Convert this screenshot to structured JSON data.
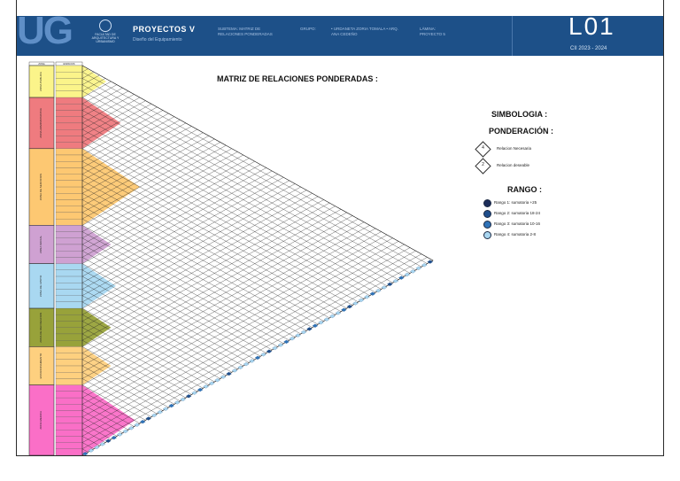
{
  "header": {
    "logo_text": "UG",
    "crest_text": "FACULTAD DE ARQUITECTURA Y URBANISMO",
    "course": "PROYECTOS V",
    "course_sub": "Diseño del Equipamiento",
    "meta": [
      "SUBTEMA: MATRIZ DE RELACIONES PONDERADAS",
      "GRUPO:",
      "• URDANETA ZORIA TOMALA  • ARQ. ANA CEDEÑO",
      "LÁMINA: PROYECTO 5"
    ],
    "sheet_code": "L01",
    "cycle": "CII 2023 - 2024"
  },
  "title": "MATRIZ DE RELACIONES PONDERADAS :",
  "legend": {
    "symbology": "SIMBOLOGIA :",
    "weighting_title": "PONDERACIÓN :",
    "weighting": [
      {
        "value": "4",
        "label": "Relacion Necesaria"
      },
      {
        "value": "2",
        "label": "Relacion deseable"
      }
    ],
    "range_title": "RANGO :",
    "ranges": [
      {
        "label": "Rango 1: sumatoria +25",
        "color": "#1c2d5a"
      },
      {
        "label": "Rango 2: sumatoria 18-24",
        "color": "#1f4e8c"
      },
      {
        "label": "Rango 3: sumatoria 10-16",
        "color": "#2f73b8"
      },
      {
        "label": "Rango 4: sumatoria 2-8",
        "color": "#a9d6f0"
      }
    ]
  },
  "matrix": {
    "header_labels": [
      "ZONA",
      "ESPACIOS"
    ],
    "zones": [
      {
        "label": "ZONA PUBLICA",
        "color": "#fbf48a",
        "rows": 5
      },
      {
        "label": "ZONA ADMINISTRATIVA",
        "color": "#ef7b7f",
        "rows": 8
      },
      {
        "label": "ZONA DE SERVICIOS",
        "color": "#fdc872",
        "rows": 12
      },
      {
        "label": "ZONA SOCIAL",
        "color": "#cfa1d2",
        "rows": 6
      },
      {
        "label": "ZONA DE APOYO",
        "color": "#a9d8f1",
        "rows": 7
      },
      {
        "label": "ZONA DE RECREACION",
        "color": "#98a23a",
        "rows": 6
      },
      {
        "label": "ESTACIONAMIENTO",
        "color": "#fed07f",
        "rows": 6
      },
      {
        "label": "ZONA MEDICA",
        "color": "#fa6fc7",
        "rows": 11
      }
    ]
  }
}
